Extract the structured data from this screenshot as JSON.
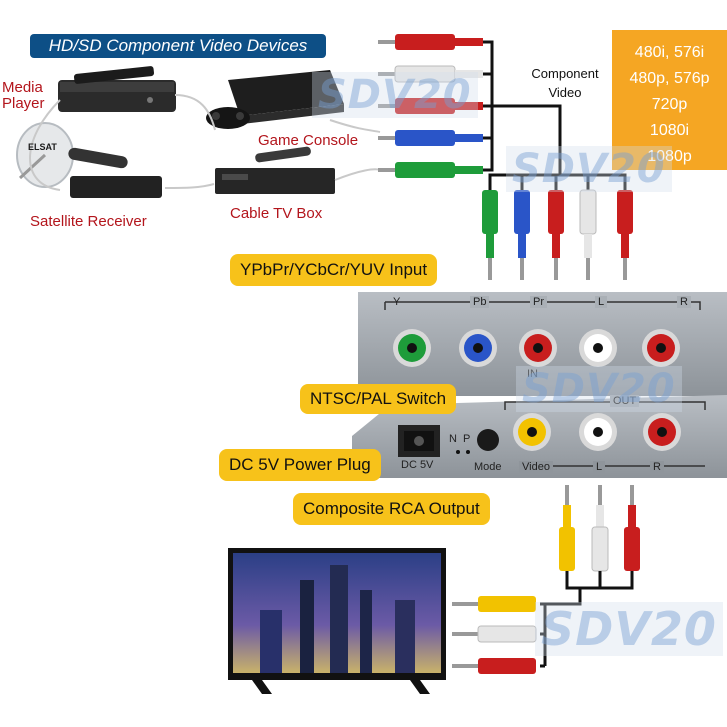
{
  "header": {
    "title": "HD/SD Component Video Devices",
    "title_bg": "#0d4f86"
  },
  "devices": {
    "media_player": "Media\nPlayer",
    "game_console": "Game Console",
    "satellite_receiver": "Satellite Receiver",
    "cable_tv_box": "Cable TV Box",
    "satellite_brand": "ELSAT"
  },
  "component_label": "Component\nVideo",
  "resolutions": [
    "480i, 576i",
    "480p, 576p",
    "720p",
    "1080i",
    "1080p"
  ],
  "input_panel": {
    "callout": "YPbPr/YCbCr/YUV Input",
    "ports": [
      "Y",
      "Pb",
      "Pr",
      "L",
      "R"
    ],
    "in_label": "IN"
  },
  "output_panel": {
    "out_label": "OUT",
    "switch_callout": "NTSC/PAL Switch",
    "power_callout": "DC 5V Power Plug",
    "composite_callout": "Composite RCA Output",
    "power_label": "DC 5V",
    "n_label": "N",
    "p_label": "P",
    "mode_label": "Mode",
    "ports": [
      "Video",
      "L",
      "R"
    ]
  },
  "watermark": "SDV20",
  "colors": {
    "callout": "#f7c21a",
    "orange_box": "#f5a623",
    "label_red": "#b3151c",
    "green": "#1e9c3a",
    "blue": "#2a55c8",
    "red": "#c81e1e",
    "white": "#e6e6e6",
    "yellow": "#f2c200"
  }
}
